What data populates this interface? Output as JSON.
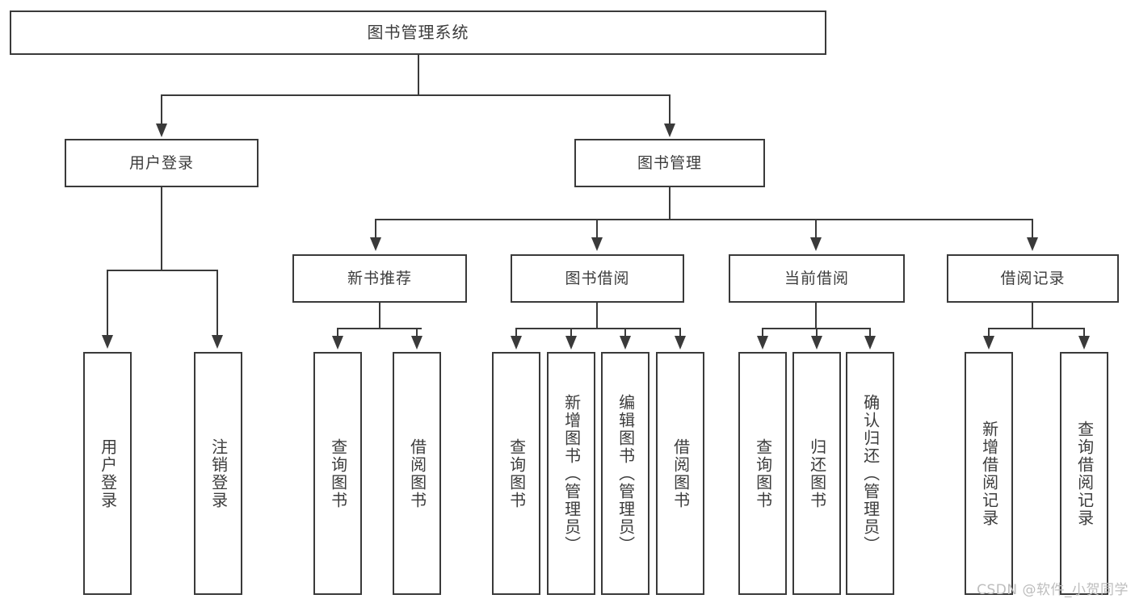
{
  "diagram": {
    "type": "tree-hierarchy",
    "title": "图书管理系统",
    "watermark": "CSDN @软件_小贺同学",
    "colors": {
      "stroke": "#3a3a3a",
      "text": "#3c3c3c",
      "background": "#ffffff",
      "watermark": "#bdbdbd"
    },
    "nodes": {
      "root": {
        "label": "图书管理系统"
      },
      "level1": [
        {
          "label": "用户登录"
        },
        {
          "label": "图书管理"
        }
      ],
      "level2": [
        {
          "label": "新书推荐"
        },
        {
          "label": "图书借阅"
        },
        {
          "label": "当前借阅"
        },
        {
          "label": "借阅记录"
        }
      ],
      "leaves": {
        "user_login": [
          {
            "label": "用户登录"
          },
          {
            "label": "注销登录"
          }
        ],
        "new_book": [
          {
            "label": "查询图书"
          },
          {
            "label": "借阅图书"
          }
        ],
        "book_borrow": [
          {
            "label": "查询图书"
          },
          {
            "label": "新增图书（管理员）"
          },
          {
            "label": "编辑图书（管理员）"
          },
          {
            "label": "借阅图书"
          }
        ],
        "current_borrow": [
          {
            "label": "查询图书"
          },
          {
            "label": "归还图书"
          },
          {
            "label": "确认归还（管理员）"
          }
        ],
        "borrow_record": [
          {
            "label": "新增借阅记录"
          },
          {
            "label": "查询借阅记录"
          }
        ]
      }
    }
  }
}
